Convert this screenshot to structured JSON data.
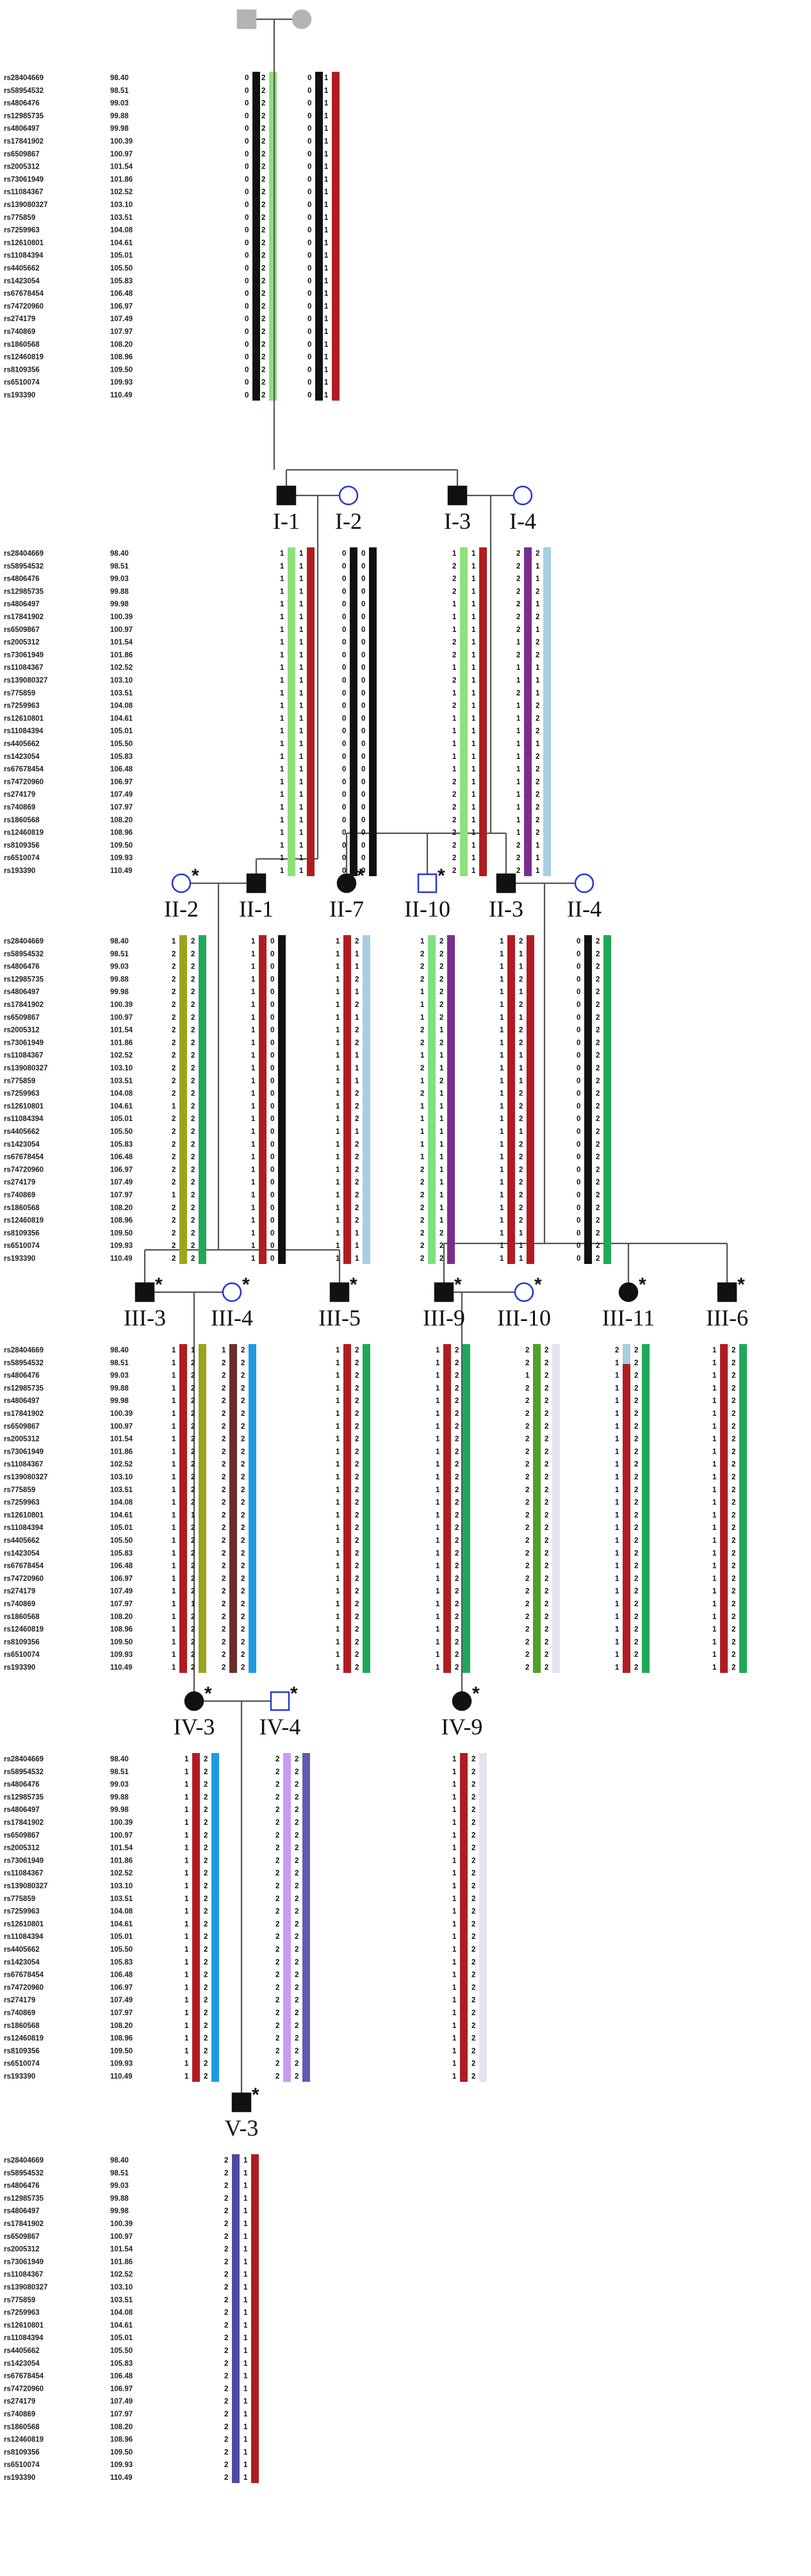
{
  "markers": [
    {
      "id": "rs28404669",
      "cm": "98.40"
    },
    {
      "id": "rs58954532",
      "cm": "98.51"
    },
    {
      "id": "rs4806476",
      "cm": "99.03"
    },
    {
      "id": "rs12985735",
      "cm": "99.88"
    },
    {
      "id": "rs4806497",
      "cm": "99.98"
    },
    {
      "id": "rs17841902",
      "cm": "100.39"
    },
    {
      "id": "rs6509867",
      "cm": "100.97"
    },
    {
      "id": "rs2005312",
      "cm": "101.54"
    },
    {
      "id": "rs73061949",
      "cm": "101.86"
    },
    {
      "id": "rs11084367",
      "cm": "102.52"
    },
    {
      "id": "rs139080327",
      "cm": "103.10"
    },
    {
      "id": "rs775859",
      "cm": "103.51"
    },
    {
      "id": "rs7259963",
      "cm": "104.08"
    },
    {
      "id": "rs12610801",
      "cm": "104.61"
    },
    {
      "id": "rs11084394",
      "cm": "105.01"
    },
    {
      "id": "rs4405662",
      "cm": "105.50"
    },
    {
      "id": "rs1423054",
      "cm": "105.83"
    },
    {
      "id": "rs67678454",
      "cm": "106.48"
    },
    {
      "id": "rs74720960",
      "cm": "106.97"
    },
    {
      "id": "rs274179",
      "cm": "107.49"
    },
    {
      "id": "rs740869",
      "cm": "107.97"
    },
    {
      "id": "rs1860568",
      "cm": "108.20"
    },
    {
      "id": "rs12460819",
      "cm": "108.96"
    },
    {
      "id": "rs8109356",
      "cm": "109.50"
    },
    {
      "id": "rs6510074",
      "cm": "109.93"
    },
    {
      "id": "rs193390",
      "cm": "110.49"
    }
  ],
  "colors": {
    "black": "#111111",
    "green": "#8ee07a",
    "red": "#b01c22",
    "lightblue": "#a6cfe0",
    "purple": "#7a2e8c",
    "ltgreen": "#7fe082",
    "olive": "#9aa51c",
    "emerald": "#1fa85a",
    "brown": "#6b2e2a",
    "blue": "#1e9be0",
    "lime": "#4fa02a",
    "lavender": "#e4e2f0",
    "violet": "#c79bf2",
    "slate": "#605bb0",
    "navy": "#4e4aa0",
    "affected": "#111111",
    "carrier": "#2a35d6",
    "unknown": "#b4b4b4"
  },
  "individuals": [
    {
      "id": "F-I",
      "label": "",
      "sex": "male",
      "status": "unknown",
      "asterisk": false
    },
    {
      "id": "M-I",
      "label": "",
      "sex": "female",
      "status": "unknown",
      "asterisk": false
    },
    {
      "id": "I-1",
      "label": "I-1",
      "sex": "male",
      "status": "affected",
      "asterisk": false,
      "hapA": {
        "alleles": "11111111111111111111111111",
        "colors": [
          "green"
        ]
      },
      "hapB": {
        "alleles": "11111111111111111111111111",
        "colors": [
          "red"
        ]
      }
    },
    {
      "id": "I-2",
      "label": "I-2",
      "sex": "female",
      "status": "carrier",
      "asterisk": false,
      "hapA": {
        "alleles": "00000000000000000000000000",
        "colors": [
          "black"
        ]
      },
      "hapB": {
        "alleles": "00000000000000000000000000",
        "colors": [
          "black"
        ]
      }
    },
    {
      "id": "I-3",
      "label": "I-3",
      "sex": "male",
      "status": "affected",
      "asterisk": false,
      "hapA": {
        "alleles": "12221112212121111122222222",
        "colors": [
          "green"
        ]
      },
      "hapB": {
        "alleles": "11111111111111111111111111",
        "colors": [
          "red"
        ]
      }
    },
    {
      "id": "I-4",
      "label": "I-4",
      "sex": "female",
      "status": "carrier",
      "asterisk": false,
      "hapA": {
        "alleles": "22222221211211111111111222",
        "colors": [
          "purple"
        ]
      },
      "hapB": {
        "alleles": "21121212211122212222222111",
        "colors": [
          "lightblue"
        ]
      }
    },
    {
      "id": "II-2",
      "label": "II-2",
      "sex": "female",
      "status": "carrier",
      "asterisk": true,
      "hapA": {
        "alleles": "12222222222221222222122222",
        "colors": [
          "olive"
        ]
      },
      "hapB": {
        "alleles": "22222222222222222222222222",
        "colors": [
          "emerald"
        ]
      }
    },
    {
      "id": "II-1",
      "label": "II-1",
      "sex": "male",
      "status": "affected",
      "asterisk": false,
      "hapA": {
        "alleles": "11111111111111111111111111",
        "colors": [
          "red"
        ]
      },
      "hapB": {
        "alleles": "00000000000000000000000000",
        "colors": [
          "black"
        ]
      }
    },
    {
      "id": "II-7",
      "label": "II-7",
      "sex": "female",
      "status": "affected",
      "asterisk": true,
      "hapA": {
        "alleles": "11111111111111111111111111",
        "colors": [
          "red"
        ]
      },
      "hapB": {
        "alleles": "21121212211122212222222111",
        "colors": [
          "lightblue"
        ]
      }
    },
    {
      "id": "II-10",
      "label": "II-10",
      "sex": "male",
      "status": "carrier",
      "asterisk": true,
      "hapA": {
        "alleles": "12221112212121111122222222",
        "colors": [
          "ltgreen"
        ]
      },
      "hapB": {
        "alleles": "22222221211211111111111222",
        "colors": [
          "purple"
        ]
      }
    },
    {
      "id": "II-3",
      "label": "II-3",
      "sex": "male",
      "status": "affected",
      "asterisk": false,
      "hapA": {
        "alleles": "11111111111111111111111111",
        "colors": [
          "red"
        ]
      },
      "hapB": {
        "alleles": "21121212211122212222222111",
        "colors": [
          "red"
        ]
      }
    },
    {
      "id": "II-4",
      "label": "II-4",
      "sex": "female",
      "status": "carrier",
      "asterisk": false,
      "hapA": {
        "alleles": "00000000000000000000000000",
        "colors": [
          "black"
        ]
      },
      "hapB": {
        "alleles": "22222222222222222222222222",
        "colors": [
          "emerald"
        ]
      }
    },
    {
      "id": "III-3",
      "label": "III-3",
      "sex": "male",
      "status": "affected",
      "asterisk": true,
      "hapA": {
        "alleles": "11111111111111111111111111",
        "colors": [
          "red"
        ]
      },
      "hapB": {
        "alleles": "12222222222221222222122222",
        "colors": [
          "olive"
        ]
      }
    },
    {
      "id": "III-4",
      "label": "III-4",
      "sex": "female",
      "status": "carrier",
      "asterisk": true,
      "hapA": {
        "alleles": "12222222222222222222222222",
        "colors": [
          "brown"
        ]
      },
      "hapB": {
        "alleles": "22222222222222222222222222",
        "colors": [
          "blue"
        ]
      }
    },
    {
      "id": "III-5",
      "label": "III-5",
      "sex": "male",
      "status": "affected",
      "asterisk": true,
      "hapA": {
        "alleles": "11111111111111111111111111",
        "colors": [
          "red"
        ]
      },
      "hapB": {
        "alleles": "22222222222222222222222222",
        "colors": [
          "emerald"
        ]
      }
    },
    {
      "id": "III-9",
      "label": "III-9",
      "sex": "male",
      "status": "affected",
      "asterisk": true,
      "hapA": {
        "alleles": "11111111111111111111111111",
        "colors": [
          "red"
        ]
      },
      "hapB": {
        "alleles": "22222222222222222222222222",
        "colors": [
          "emerald"
        ]
      }
    },
    {
      "id": "III-10",
      "label": "III-10",
      "sex": "female",
      "status": "carrier",
      "asterisk": true,
      "hapA": {
        "alleles": "22122222222222222222222222",
        "colors": [
          "lime"
        ]
      },
      "hapB": {
        "alleles": "22222222222222222222222222",
        "colors": [
          "lavender"
        ]
      }
    },
    {
      "id": "III-11",
      "label": "III-11",
      "sex": "female",
      "status": "affected",
      "asterisk": true,
      "hapA": {
        "alleles": "21111111111111111111111111",
        "colors": [
          "lightblue",
          "lightblue",
          "red"
        ]
      },
      "hapB": {
        "alleles": "22222222222222222222222222",
        "colors": [
          "emerald"
        ]
      }
    },
    {
      "id": "III-6",
      "label": "III-6",
      "sex": "male",
      "status": "affected",
      "asterisk": true,
      "hapA": {
        "alleles": "11111111111111111111111111",
        "colors": [
          "red"
        ]
      },
      "hapB": {
        "alleles": "22222222222222222222222222",
        "colors": [
          "emerald"
        ]
      }
    },
    {
      "id": "IV-3",
      "label": "IV-3",
      "sex": "female",
      "status": "affected",
      "asterisk": true,
      "hapA": {
        "alleles": "11111111111111111111111111",
        "colors": [
          "red"
        ]
      },
      "hapB": {
        "alleles": "22222222222222222222222222",
        "colors": [
          "blue"
        ]
      }
    },
    {
      "id": "IV-4",
      "label": "IV-4",
      "sex": "male",
      "status": "carrier",
      "asterisk": true,
      "hapA": {
        "alleles": "22222222222222222222222222",
        "colors": [
          "violet"
        ]
      },
      "hapB": {
        "alleles": "22222222222222222222222222",
        "colors": [
          "slate"
        ]
      }
    },
    {
      "id": "IV-9",
      "label": "IV-9",
      "sex": "female",
      "status": "affected",
      "asterisk": true,
      "hapA": {
        "alleles": "11111111111111111111111111",
        "colors": [
          "red"
        ]
      },
      "hapB": {
        "alleles": "22222222222222222222222222",
        "colors": [
          "lavender"
        ]
      }
    },
    {
      "id": "V-3",
      "label": "V-3",
      "sex": "male",
      "status": "affected",
      "asterisk": true,
      "hapA": {
        "alleles": "22222222222222222222222222",
        "colors": [
          "navy"
        ]
      },
      "hapB": {
        "alleles": "11111111111111111111111111",
        "colors": [
          "red"
        ]
      }
    }
  ],
  "founder_haplotypes": [
    {
      "alleles": "00000000000000000000000000",
      "colors": [
        "black"
      ]
    },
    {
      "alleles": "22222222222222222222222222",
      "colors": [
        "green"
      ]
    },
    {
      "alleles": "00000000000000000000000000",
      "colors": [
        "black"
      ]
    },
    {
      "alleles": "11111111111111111111111111",
      "colors": [
        "red"
      ]
    }
  ]
}
